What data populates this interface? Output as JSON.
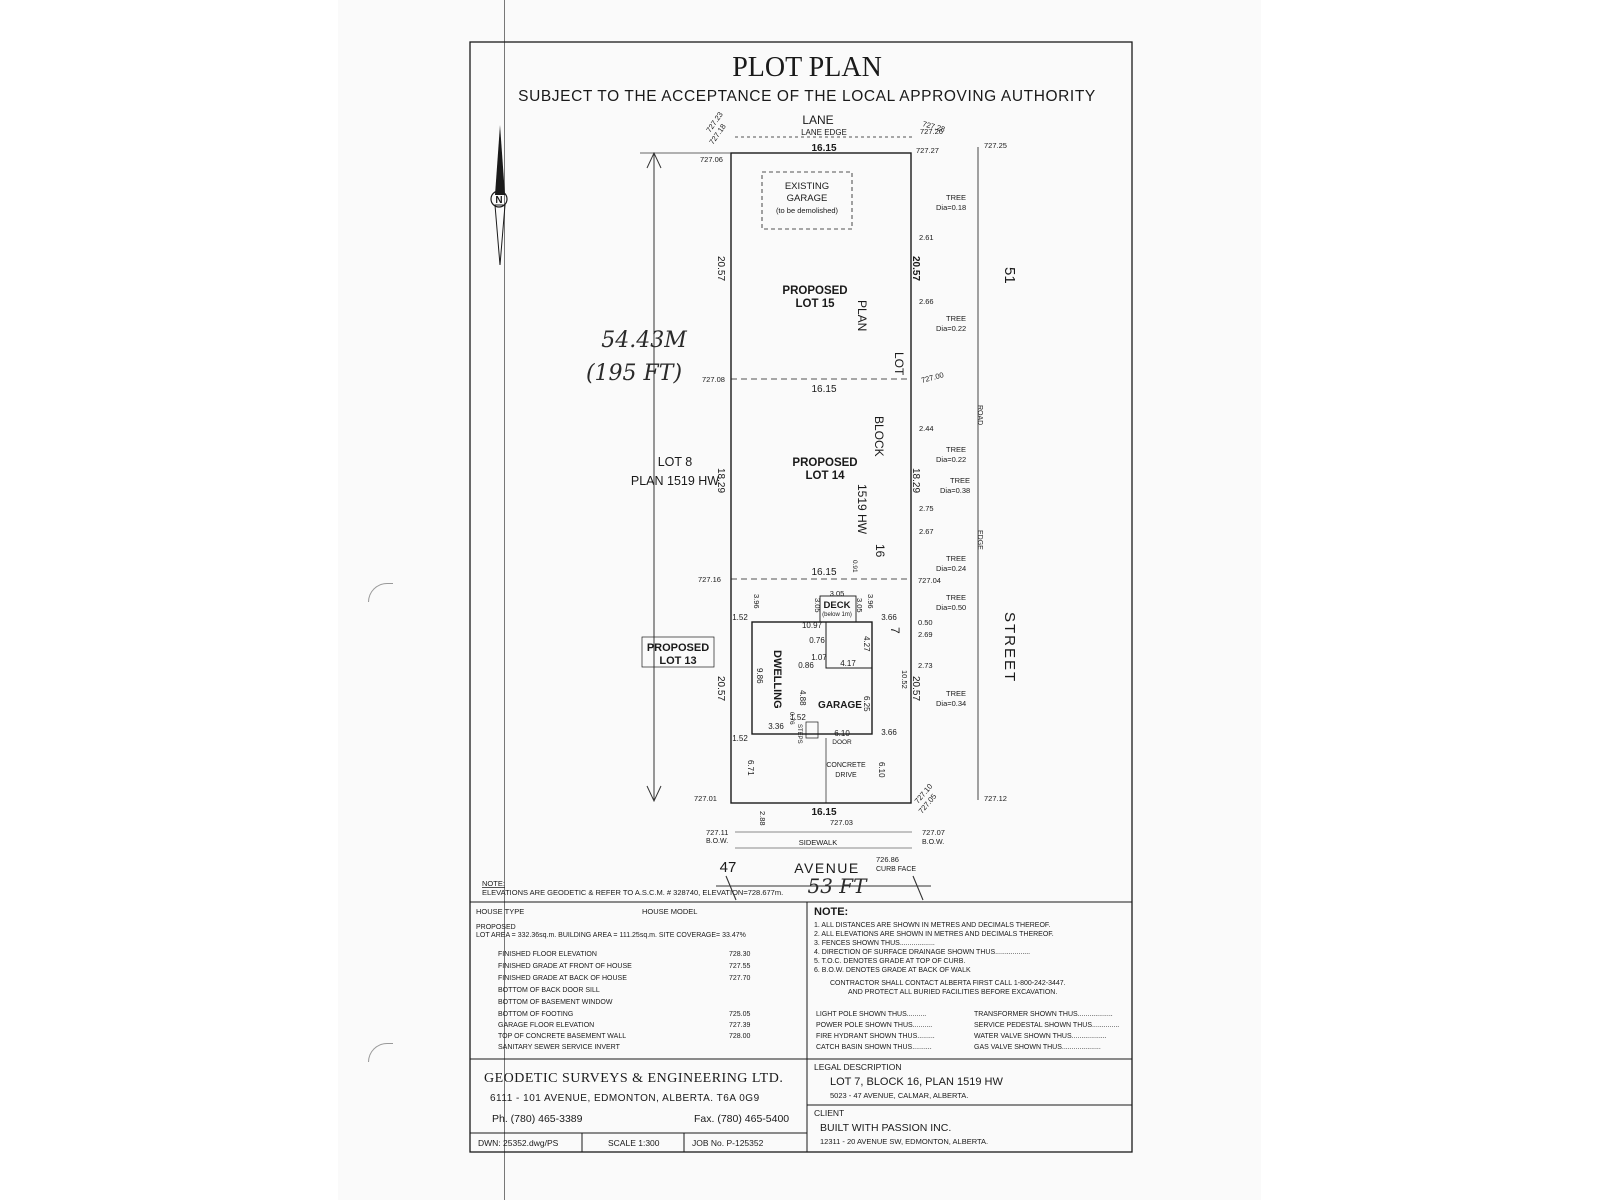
{
  "header": {
    "title": "PLOT PLAN",
    "subtitle": "SUBJECT TO THE ACCEPTANCE OF THE LOCAL APPROVING AUTHORITY"
  },
  "plan": {
    "lane": "LANE",
    "lane_edge": "LANE EDGE",
    "road_edge": "ROAD",
    "edge": "EDGE",
    "street_number": "51",
    "street_word": "STREET",
    "avenue_number": "47",
    "avenue_word": "AVENUE",
    "sidewalk": "SIDEWALK",
    "curb_face": "CURB FACE",
    "bow": "B.O.W.",
    "existing_garage": [
      "EXISTING",
      "GARAGE",
      "(to be demolished)"
    ],
    "lot15": [
      "PROPOSED",
      "LOT 15"
    ],
    "lot14": [
      "PROPOSED",
      "LOT 14"
    ],
    "lot13": [
      "PROPOSED",
      "LOT 13"
    ],
    "lot8": [
      "LOT 8",
      "PLAN 1519 HW"
    ],
    "vertical_legal": [
      "PLAN",
      "LOT",
      "BLOCK",
      "1519 HW",
      "16",
      "7"
    ],
    "deck": [
      "DECK",
      "(below 1m)"
    ],
    "dwelling": "DWELLING",
    "garage": "GARAGE",
    "door": "DOOR",
    "concrete_drive": [
      "CONCRETE",
      "DRIVE"
    ],
    "steps": "STEPS",
    "dims": {
      "width_top": "16.15",
      "width_mid": "16.15",
      "width_3": "16.15",
      "width_bottom": "16.15",
      "left_15": "20.57",
      "right_15": "20.57",
      "left_14": "18.29",
      "right_14": "18.29",
      "left_13": "20.57",
      "right_13": "20.57",
      "d1097": "10.97",
      "d305": "3.05",
      "d305b": "3.05",
      "d305c": "3.05",
      "d152a": "1.52",
      "d366a": "3.66",
      "d152b": "1.52",
      "d366b": "3.66",
      "d076": "0.76",
      "d107": "1.07",
      "d086": "0.86",
      "d417": "4.17",
      "d427": "4.27",
      "d625": "6.25",
      "d488": "4.88",
      "d986": "9.86",
      "d610": "6.10",
      "d610b": "6.10",
      "d671": "6.71",
      "d336": "3.36",
      "d152c": "1.52",
      "d076b": "0.76",
      "d1052": "10.52",
      "d288": "2.88",
      "d091": "0.91",
      "d396": "3.96",
      "d396b": "3.96"
    },
    "trees": [
      {
        "label": "TREE",
        "dia": "Dia=0.18",
        "off": "2.61"
      },
      {
        "label": "TREE",
        "dia": "Dia=0.22",
        "off": "2.66"
      },
      {
        "label": "TREE",
        "dia": "Dia=0.22",
        "off": "2.44"
      },
      {
        "label": "TREE",
        "dia": "Dia=0.38",
        "off": "2.75"
      },
      {
        "label": "TREE",
        "dia": "Dia=0.24",
        "off": "2.67"
      },
      {
        "label": "TREE",
        "dia": "Dia=0.50",
        "off": "0.50"
      },
      {
        "label": "TREE",
        "dia": "Dia=0.34",
        "off": "2.69"
      }
    ],
    "tree_off_extra": "2.73",
    "elevations": {
      "e1": "727.23",
      "e2": "727.18",
      "e3": "727.06",
      "e4": "727.28",
      "e5": "727.26",
      "e6": "727.27",
      "e7": "727.25",
      "e8": "727.08",
      "e9": "727.00",
      "e10": "727.16",
      "e11": "727.04",
      "e12": "727.01",
      "e13": "727.10",
      "e14": "727.05",
      "e15": "727.12",
      "e16": "727.03",
      "e17": "727.11",
      "e18": "727.07",
      "e19": "726.86"
    },
    "handwritten": {
      "depth_m": "54.43M",
      "depth_ft": "(195 FT)",
      "width_ft": "53 FT"
    }
  },
  "note_top": {
    "label": "NOTE:",
    "text": "ELEVATIONS ARE GEODETIC & REFER TO A.S.C.M. # 328740, ELEVATION=728.677m."
  },
  "house_table": {
    "house_type": "HOUSE TYPE",
    "house_model": "HOUSE MODEL",
    "proposed": "PROPOSED",
    "lot_area_line": "LOT AREA = 332.36sq.m. BUILDING AREA = 111.25sq.m. SITE COVERAGE= 33.47%",
    "rows": [
      {
        "label": "FINISHED FLOOR ELEVATION",
        "value": "728.30"
      },
      {
        "label": "FINISHED GRADE AT FRONT OF HOUSE",
        "value": "727.55"
      },
      {
        "label": "FINISHED GRADE AT BACK OF HOUSE",
        "value": "727.70"
      },
      {
        "label": "BOTTOM OF BACK DOOR SILL",
        "value": ""
      },
      {
        "label": "BOTTOM OF BASEMENT WINDOW",
        "value": ""
      },
      {
        "label": "BOTTOM OF FOOTING",
        "value": "725.05"
      },
      {
        "label": "GARAGE FLOOR ELEVATION",
        "value": "727.39"
      },
      {
        "label": "TOP OF CONCRETE BASEMENT WALL",
        "value": "728.00"
      },
      {
        "label": "SANITARY SEWER SERVICE INVERT",
        "value": ""
      }
    ]
  },
  "notes": {
    "title": "NOTE:",
    "items": [
      "1. ALL DISTANCES ARE SHOWN IN METRES AND DECIMALS THEREOF.",
      "2. ALL ELEVATIONS ARE SHOWN IN METRES AND DECIMALS THEREOF.",
      "3. FENCES SHOWN THUS..................",
      "4. DIRECTION OF SURFACE DRAINAGE SHOWN THUS..................",
      "5. T.O.C. DENOTES GRADE AT TOP OF CURB.",
      "6. B.O.W. DENOTES GRADE AT BACK OF WALK"
    ],
    "contractor": "CONTRACTOR SHALL CONTACT ALBERTA FIRST CALL 1-800-242-3447.",
    "contractor2": "AND PROTECT ALL BURIED FACILITIES BEFORE EXCAVATION.",
    "legend_left": [
      "LIGHT POLE SHOWN THUS..........",
      "POWER POLE SHOWN THUS..........",
      "FIRE HYDRANT SHOWN THUS.........",
      "CATCH BASIN SHOWN THUS.........."
    ],
    "legend_right": [
      "TRANSFORMER SHOWN THUS..................",
      "SERVICE PEDESTAL SHOWN THUS..............",
      "WATER VALVE SHOWN THUS..................",
      "GAS VALVE SHOWN THUS...................."
    ]
  },
  "company": {
    "name": "GEODETIC SURVEYS & ENGINEERING LTD.",
    "address": "6111 - 101 AVENUE, EDMONTON, ALBERTA. T6A 0G9",
    "phone": "Ph. (780) 465-3389",
    "fax": "Fax. (780) 465-5400",
    "dwn": "DWN: 25352.dwg/PS",
    "scale": "SCALE 1:300",
    "job": "JOB No. P-125352"
  },
  "legal": {
    "label": "LEGAL DESCRIPTION",
    "desc": "LOT 7, BLOCK 16, PLAN 1519 HW",
    "address": "5023 - 47 AVENUE, CALMAR, ALBERTA."
  },
  "client": {
    "label": "CLIENT",
    "name": "BUILT WITH PASSION INC.",
    "address": "12311 - 20 AVENUE SW, EDMONTON, ALBERTA."
  },
  "colors": {
    "line": "#1a1a1a",
    "paper": "#fafafa"
  }
}
